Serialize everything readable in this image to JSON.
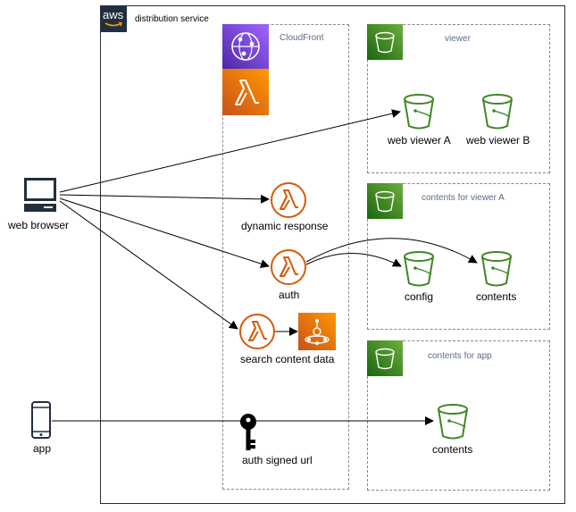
{
  "aws_group": {
    "logo_text": "aws",
    "label": "distribution service"
  },
  "cloudfront": {
    "label": "CloudFront"
  },
  "groups": {
    "viewer": {
      "label": "viewer"
    },
    "contents_a": {
      "label": "contents for viewer A"
    },
    "contents_app": {
      "label": "contents for app"
    }
  },
  "clients": {
    "web_browser": "web browser",
    "app": "app"
  },
  "functions": {
    "dynamic_response": "dynamic response",
    "auth": "auth",
    "search": "search content data",
    "signed_url": "auth signed url"
  },
  "buckets": {
    "web_viewer_a": "web viewer A",
    "web_viewer_b": "web viewer B",
    "config": "config",
    "contents_a": "contents",
    "contents_app": "contents"
  },
  "colors": {
    "aws_dark": "#232f3e",
    "s3_green": "#3f8624",
    "lambda_orange": "#d45b07",
    "lambda_light": "#ed7100",
    "cloudfront_purple": "#8c4fff",
    "group_label": "#5a6b86"
  }
}
